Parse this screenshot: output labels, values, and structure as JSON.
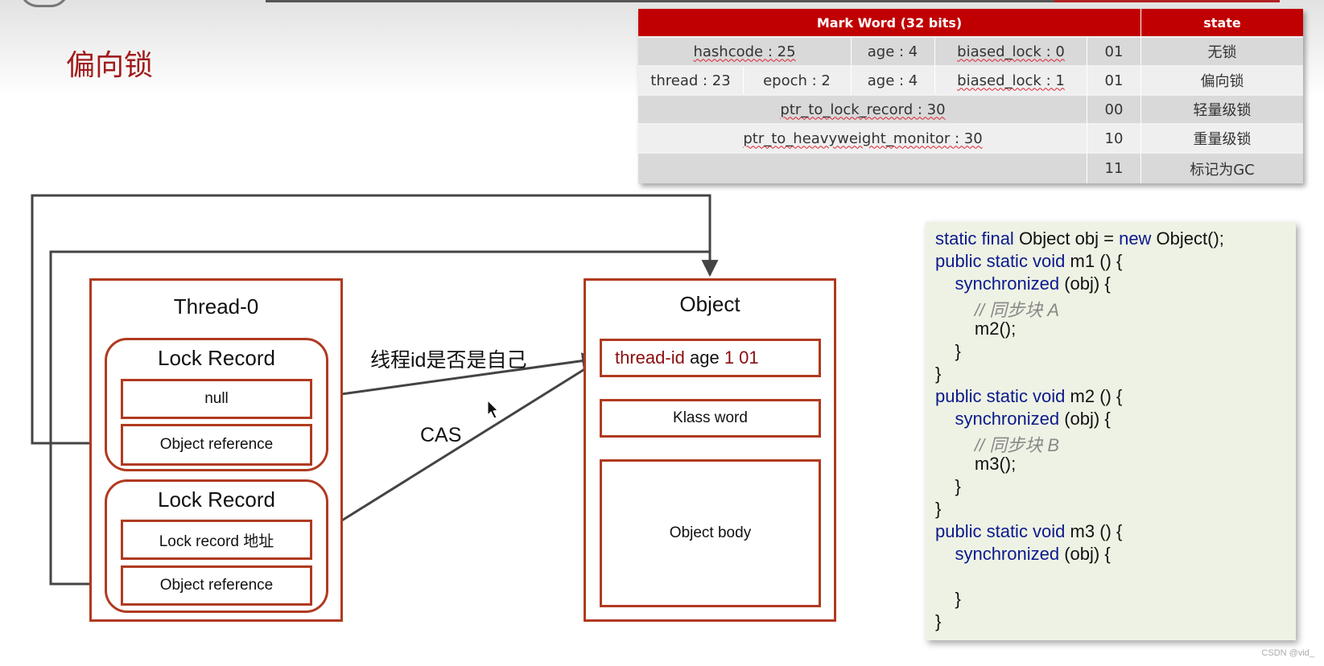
{
  "slide": {
    "title": "偏向锁",
    "footer": "CSDN @vid_"
  },
  "mark_word_table": {
    "header": {
      "mark_word": "Mark Word (32 bits)",
      "state": "state"
    },
    "rows": [
      {
        "fields": [
          "hashcode : 25",
          "age : 4",
          "biased_lock : 0"
        ],
        "bits": "01",
        "state": "无锁"
      },
      {
        "fields": [
          "thread : 23",
          "epoch : 2",
          "age : 4",
          "biased_lock : 1"
        ],
        "bits": "01",
        "state": "偏向锁"
      },
      {
        "fields": [
          "ptr_to_lock_record : 30"
        ],
        "bits": "00",
        "state": "轻量级锁"
      },
      {
        "fields": [
          "ptr_to_heavyweight_monitor : 30"
        ],
        "bits": "10",
        "state": "重量级锁"
      },
      {
        "fields": [
          ""
        ],
        "bits": "11",
        "state": "标记为GC"
      }
    ]
  },
  "diagram": {
    "thread": {
      "title": "Thread-0",
      "lock_records": [
        {
          "title": "Lock Record",
          "slots": [
            "null",
            "Object reference"
          ]
        },
        {
          "title": "Lock Record",
          "slots": [
            "Lock record 地址",
            "Object reference"
          ]
        }
      ]
    },
    "object": {
      "title": "Object",
      "mark_word": {
        "thread_id": "thread-id",
        "age": "age",
        "bits": "1 01"
      },
      "klass": "Klass word",
      "body": "Object body"
    },
    "arrow_labels": {
      "check": "线程id是否是自己",
      "cas": "CAS"
    }
  },
  "code": {
    "lines": [
      [
        [
          "kw",
          "static final"
        ],
        [
          "t",
          " Object obj = "
        ],
        [
          "kw",
          "new"
        ],
        [
          "t",
          " Object();"
        ]
      ],
      [
        [
          "kw",
          "public static void"
        ],
        [
          "t",
          " m1 () {"
        ]
      ],
      [
        [
          "t",
          "    "
        ],
        [
          "kw",
          "synchronized"
        ],
        [
          "t",
          " (obj) {"
        ]
      ],
      [
        [
          "cm",
          "        // 同步块 A"
        ]
      ],
      [
        [
          "t",
          "        m2();"
        ]
      ],
      [
        [
          "t",
          "    }"
        ]
      ],
      [
        [
          "t",
          "}"
        ]
      ],
      [
        [
          "kw",
          "public static void"
        ],
        [
          "t",
          " m2 () {"
        ]
      ],
      [
        [
          "t",
          "    "
        ],
        [
          "kw",
          "synchronized"
        ],
        [
          "t",
          " (obj) {"
        ]
      ],
      [
        [
          "cm",
          "        // 同步块 B"
        ]
      ],
      [
        [
          "t",
          "        m3();"
        ]
      ],
      [
        [
          "t",
          "    }"
        ]
      ],
      [
        [
          "t",
          "}"
        ]
      ],
      [
        [
          "kw",
          "public static void"
        ],
        [
          "t",
          " m3 () {"
        ]
      ],
      [
        [
          "t",
          "    "
        ],
        [
          "kw",
          "synchronized"
        ],
        [
          "t",
          " (obj) {"
        ]
      ],
      [
        [
          "t",
          ""
        ]
      ],
      [
        [
          "t",
          "    }"
        ]
      ],
      [
        [
          "t",
          "}"
        ]
      ]
    ]
  },
  "colors": {
    "accent": "#b03a20",
    "header_red": "#c00000",
    "keyword": "#0b1a8c"
  }
}
